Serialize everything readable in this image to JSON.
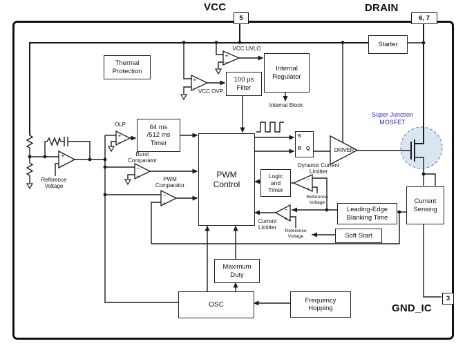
{
  "pins": {
    "vcc": {
      "name": "VCC",
      "pin": "5"
    },
    "drain": {
      "name": "DRAIN",
      "pin": "6, 7"
    },
    "gnd": {
      "name": "GND_IC",
      "pin": "3"
    }
  },
  "blocks": {
    "thermal_protection": [
      "Thermal",
      "Protection"
    ],
    "filter_100us": [
      "100 µs",
      "Filter"
    ],
    "internal_regulator": [
      "Internal",
      "Regulator"
    ],
    "starter": [
      "Starter"
    ],
    "olp_timer": [
      "64 ms",
      "/512 ms",
      "Timer"
    ],
    "pwm_control": [
      "PWM",
      "Control"
    ],
    "logic_and_timer": [
      "Logic",
      "and",
      "Timer"
    ],
    "leading_edge_blanking": [
      "Leading-Edge",
      "Blanking Time"
    ],
    "soft_start": [
      "Soft Start"
    ],
    "current_sensing": [
      "Current",
      "Sensing"
    ],
    "maximum_duty": [
      "Maximum",
      "Duty"
    ],
    "osc": [
      "OSC"
    ],
    "frequency_hopping": [
      "Frequency",
      "Hopping"
    ]
  },
  "latch": {
    "s": "S",
    "r": "R",
    "q": "Q"
  },
  "driver_label": "DRIVER",
  "comparators": {
    "olp": "OLP",
    "burst": [
      "Burst",
      "Comparator"
    ],
    "pwm": [
      "PWM",
      "Comparator"
    ],
    "vcc_uvlo": "VCC UVLO",
    "vcc_ovp": "VCC OVP",
    "dynamic_current_limiter": [
      "Dynamic Current",
      "Limitter"
    ],
    "current_limiter": [
      "Current",
      "Limitter"
    ]
  },
  "annotations": {
    "internal_block": "Internal Block",
    "reference_voltage_main": [
      "Reference",
      "Voltage"
    ],
    "reference_voltage_dynamic": [
      "Reference",
      "Voltage"
    ],
    "reference_voltage_limiter": [
      "Reference",
      "Voltage"
    ],
    "mosfet": [
      "Super Junction",
      "MOSFET"
    ]
  },
  "signs": {
    "plus": "+",
    "minus": "−"
  },
  "colors": {
    "wire": "#1b1b1b",
    "mosfet_text": "#2b2bd0",
    "mosfet_circle_stroke": "#7b86c8",
    "mosfet_circle_fill": "#d9e6f2"
  }
}
